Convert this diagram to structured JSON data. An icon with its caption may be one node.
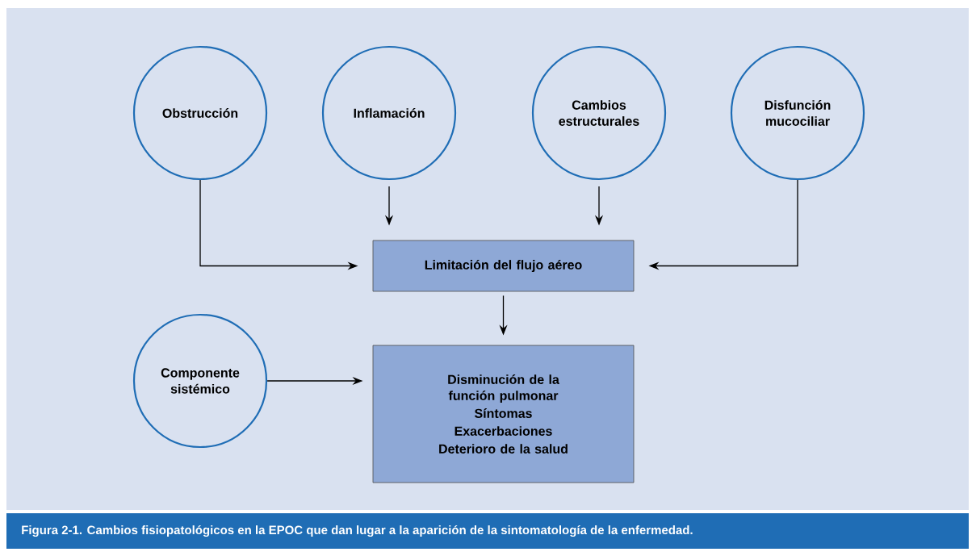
{
  "diagram": {
    "caption": "Figura 2-1. Cambios fisiopatológicos en la EPOC que dan lugar a la aparición de la sintomatología de la enfermedad.",
    "nodes": [
      {
        "text": [
          "Obstrucción"
        ]
      },
      {
        "text": [
          "Inflamación"
        ]
      },
      {
        "text": [
          "Cambios estructurales"
        ]
      },
      {
        "text": [
          "Disfunción mucociliar"
        ]
      },
      {
        "text": [
          "Limitación del flujo aéreo"
        ]
      },
      {
        "text": [
          "Disminución de la función pulmonar",
          "Síntomas",
          "Exacerbaciones",
          "Deterioro de la salud"
        ]
      },
      {
        "text": [
          "Componente sistémico"
        ]
      }
    ],
    "edges": [
      {
        "from": 0,
        "to": 4,
        "arrow": "to"
      },
      {
        "from": 1,
        "to": 4,
        "arrow": "to"
      },
      {
        "from": 2,
        "to": 4,
        "arrow": "to"
      },
      {
        "from": 3,
        "to": 4,
        "arrow": "to"
      },
      {
        "from": 4,
        "to": 5,
        "arrow": "to"
      },
      {
        "from": 6,
        "to": 5,
        "arrow": "to"
      }
    ]
  }
}
